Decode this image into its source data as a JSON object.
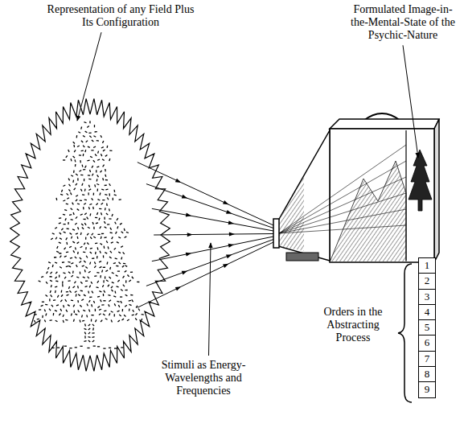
{
  "diagram": {
    "nodes": [
      {
        "text": [
          "1"
        ]
      },
      {
        "text": [
          "2"
        ]
      },
      {
        "text": [
          "3"
        ]
      },
      {
        "text": [
          "4"
        ]
      },
      {
        "text": [
          "5"
        ]
      },
      {
        "text": [
          "6"
        ]
      },
      {
        "text": [
          "7"
        ]
      },
      {
        "text": [
          "8"
        ]
      },
      {
        "text": [
          "9"
        ]
      }
    ],
    "labels": [
      "Representation of any Field Plus Its Configuration",
      "Formulated Image-in-the-Mental-State of the Psychic-Nature",
      "Stimuli as Energy-Wavelengths and Frequencies",
      "Orders in the Abstracting Process"
    ]
  }
}
